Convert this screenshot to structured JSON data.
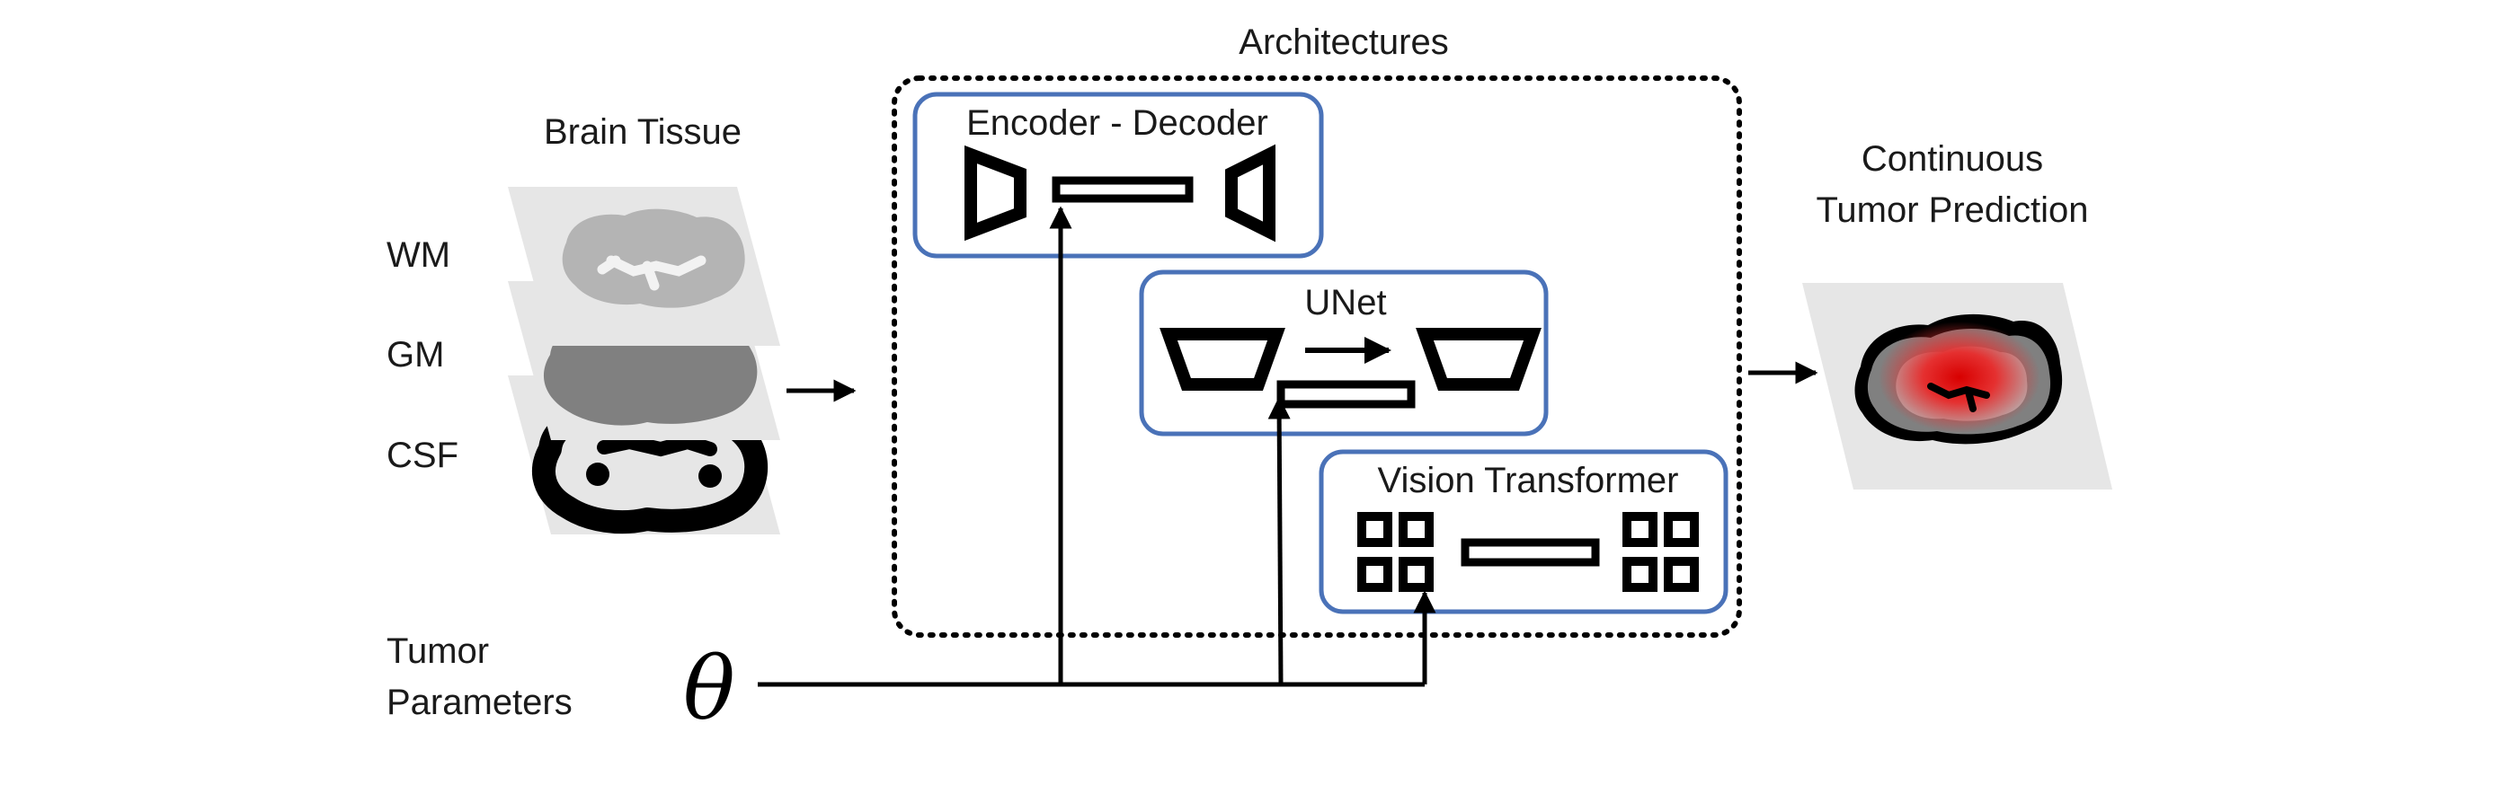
{
  "inputs": {
    "title": "Brain Tissue",
    "layers": [
      "WM",
      "GM",
      "CSF"
    ],
    "param_label_1": "Tumor",
    "param_label_2": "Parameters",
    "param_symbol": "θ"
  },
  "architectures": {
    "title": "Architectures",
    "models": [
      {
        "name": "Encoder - Decoder"
      },
      {
        "name": "UNet"
      },
      {
        "name": "Vision Transformer"
      }
    ]
  },
  "output": {
    "title_line_1": "Continuous",
    "title_line_2": "Tumor Prediction"
  },
  "colors": {
    "box_border": "#4a72b8",
    "wm": "#b4b4b4",
    "gm": "#808080",
    "csf": "#000000",
    "plane": "#e6e6e6",
    "tumor": "#e01010"
  }
}
